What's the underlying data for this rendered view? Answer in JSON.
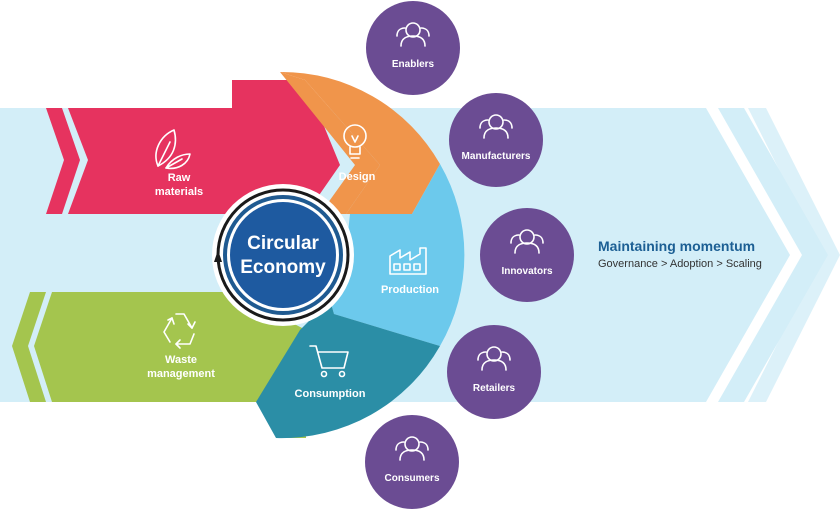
{
  "center": {
    "line1": "Circular",
    "line2": "Economy"
  },
  "segments": {
    "raw_materials": {
      "line1": "Raw",
      "line2": "materials",
      "color": "#e6335f"
    },
    "design": {
      "label": "Design",
      "color": "#f0954b"
    },
    "production": {
      "label": "Production",
      "color": "#6cc9ec"
    },
    "consumption": {
      "label": "Consumption",
      "color": "#2b8ea6"
    },
    "waste_management": {
      "line1": "Waste",
      "line2": "management",
      "color": "#a4c54e"
    }
  },
  "stakeholders": [
    {
      "label": "Enablers",
      "icon": "person-group-icon"
    },
    {
      "label": "Manufacturers",
      "icon": "person-group-icon"
    },
    {
      "label": "Innovators",
      "icon": "person-group-icon"
    },
    {
      "label": "Retailers",
      "icon": "person-group-icon"
    },
    {
      "label": "Consumers",
      "icon": "person-group-icon"
    }
  ],
  "momentum": {
    "title": "Maintaining momentum",
    "subtitle": "Governance > Adoption > Scaling"
  },
  "colors": {
    "band": "#d3eef8",
    "stakeholder": "#6b4c93",
    "center_ring": "#1f5a91",
    "center_fill": "#1e5aa0",
    "momentum_title": "#1c5f94",
    "momentum_text": "#333333"
  }
}
